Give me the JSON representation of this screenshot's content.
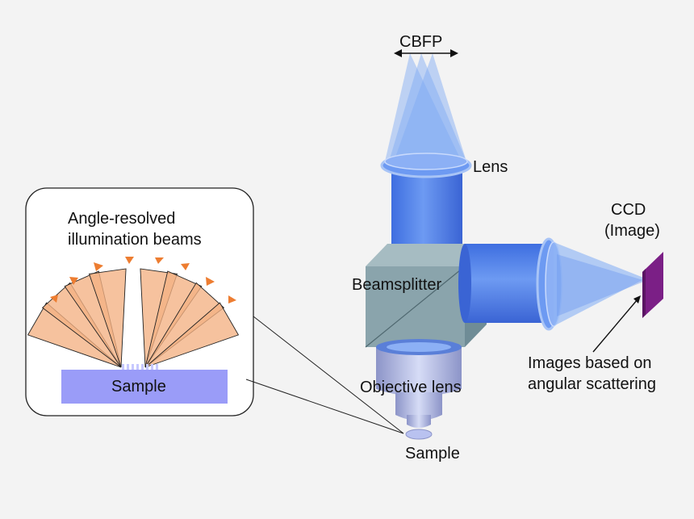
{
  "labels": {
    "cbfp": "CBFP",
    "lens": "Lens",
    "ccd_line1": "CCD",
    "ccd_line2": "(Image)",
    "beamsplitter": "Beamsplitter",
    "objective_lens": "Objective lens",
    "sample": "Sample",
    "inset_title_line1": "Angle-resolved",
    "inset_title_line2": "illumination beams",
    "inset_sample": "Sample",
    "annotation_line1": "Images based on",
    "annotation_line2": "angular scattering"
  },
  "colors": {
    "background": "#f3f3f3",
    "beam": "#4f7fe6",
    "cone": "#8fb5f4",
    "beamsplitter": "#8aa4ac",
    "illumination_beam": "#f4b183",
    "arrow": "#ed7d31",
    "inset_sample": "#9a9cf8",
    "ccd": "#7b1f86"
  }
}
